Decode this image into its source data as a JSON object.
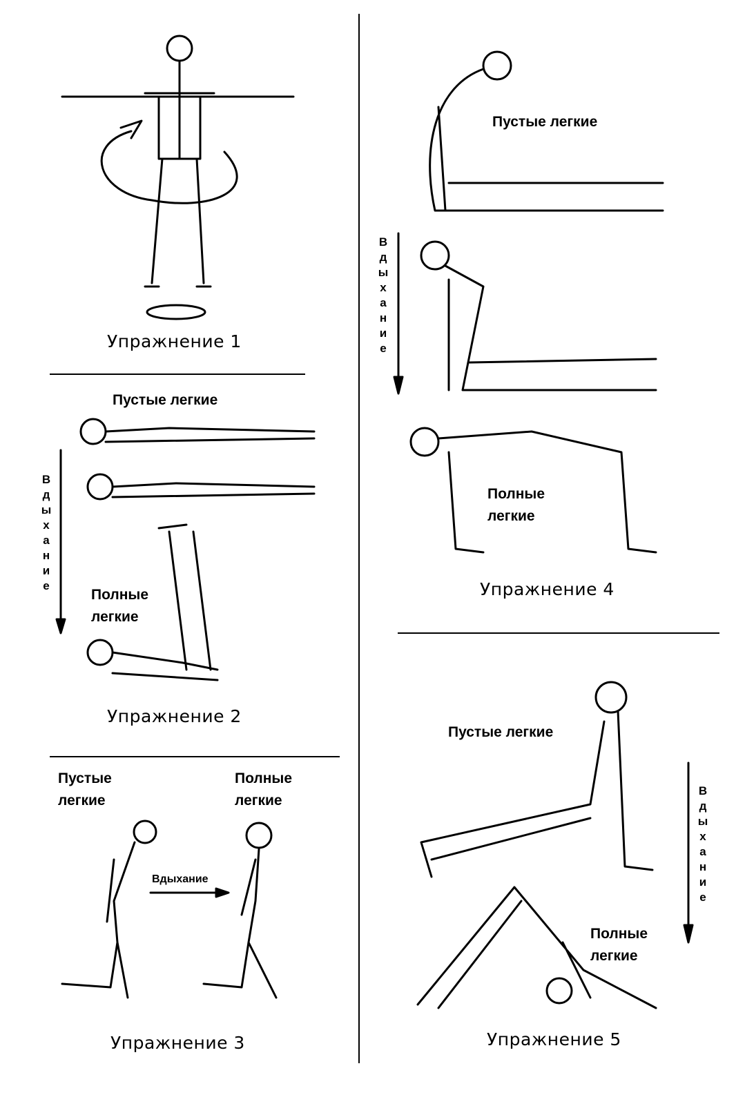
{
  "exercises": [
    {
      "caption": "Упражнение 1"
    },
    {
      "caption": "Упражнение 2",
      "top_label": "Пустые легкие",
      "bottom_label_1": "Полные",
      "bottom_label_2": "легкие",
      "arrow_label": "Вдыхание"
    },
    {
      "caption": "Упражнение 3",
      "left_label_1": "Пустые",
      "left_label_2": "легкие",
      "right_label_1": "Полные",
      "right_label_2": "легкие",
      "arrow_label": "Вдыхание"
    },
    {
      "caption": "Упражнение 4",
      "top_label": "Пустые легкие",
      "bottom_label_1": "Полные",
      "bottom_label_2": "легкие",
      "arrow_label": "Вдыхание"
    },
    {
      "caption": "Упражнение 5",
      "top_label": "Пустые легкие",
      "bottom_label_1": "Полные",
      "bottom_label_2": "легкие",
      "arrow_label": "Вдыхание"
    }
  ]
}
